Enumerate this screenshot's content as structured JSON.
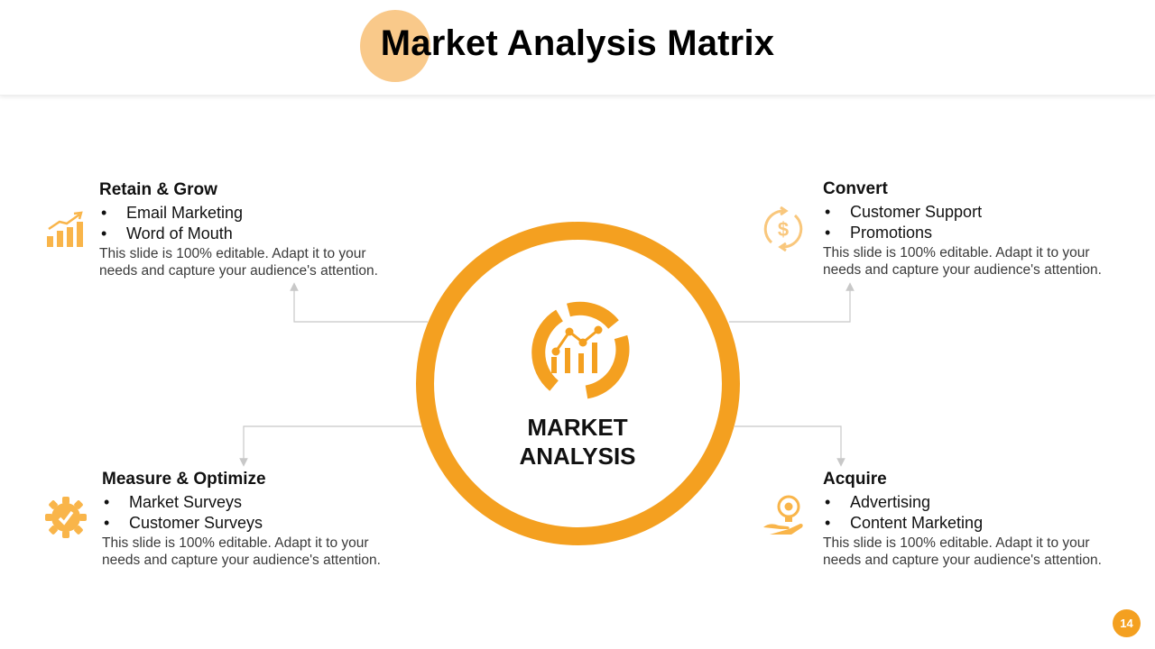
{
  "title": "Market Analysis Matrix",
  "center": {
    "line1": "MARKET",
    "line2": "ANALYSIS"
  },
  "blocks": {
    "retain": {
      "heading": "Retain & Grow",
      "items": [
        "Email Marketing",
        "Word of Mouth"
      ],
      "desc": "This slide is 100% editable. Adapt it to your needs and capture your audience's attention.",
      "icon": "growth-chart-icon"
    },
    "convert": {
      "heading": "Convert",
      "items": [
        "Customer Support",
        "Promotions"
      ],
      "desc": "This slide is 100% editable. Adapt it to your needs and capture your audience's attention.",
      "icon": "dollar-cycle-icon"
    },
    "measure": {
      "heading": "Measure & Optimize",
      "items": [
        "Market Surveys",
        "Customer Surveys"
      ],
      "desc": "This slide is 100% editable. Adapt it to your needs and capture your audience's attention.",
      "icon": "gear-check-icon"
    },
    "acquire": {
      "heading": "Acquire",
      "items": [
        "Advertising",
        "Content Marketing"
      ],
      "desc": "This slide is 100% editable. Adapt it to your needs and capture your audience's attention.",
      "icon": "hand-lightbulb-icon"
    }
  },
  "page_number": "14",
  "colors": {
    "accent": "#f4a020",
    "accent_light": "#f9c98a",
    "connector": "#c8c8c8"
  }
}
